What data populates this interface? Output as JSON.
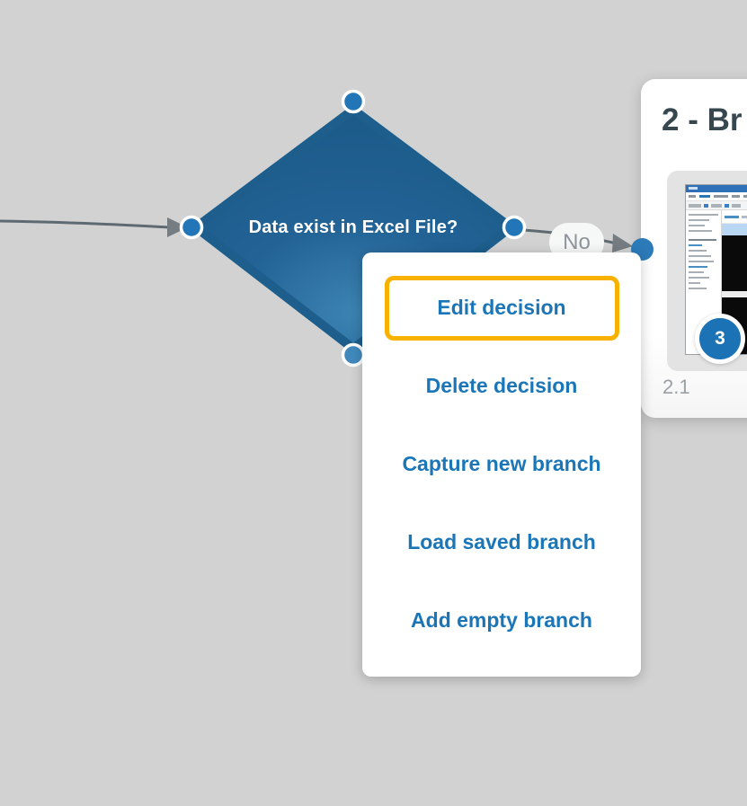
{
  "canvas": {
    "background_color": "#d2d2d2"
  },
  "decision_node": {
    "label": "Data exist in Excel File?",
    "shape": "diamond",
    "fill_color_top": "#1b5a88",
    "fill_color_bottom": "#4187b5",
    "port_color": "#2275b6"
  },
  "edge": {
    "no_label": "No",
    "line_color": "#5e6a72",
    "arrow_color": "#757d83"
  },
  "context_menu": {
    "highlight_color": "#f9b100",
    "text_color": "#1b76b8",
    "items": [
      {
        "label": "Edit decision",
        "highlighted": true
      },
      {
        "label": "Delete decision",
        "highlighted": false
      },
      {
        "label": "Capture new branch",
        "highlighted": false
      },
      {
        "label": "Load saved branch",
        "highlighted": false
      },
      {
        "label": "Add empty branch",
        "highlighted": false
      }
    ]
  },
  "branch_card": {
    "title": "2 - Br",
    "step_badge": "3",
    "caption": "2.1",
    "badge_color": "#1b72b4"
  }
}
